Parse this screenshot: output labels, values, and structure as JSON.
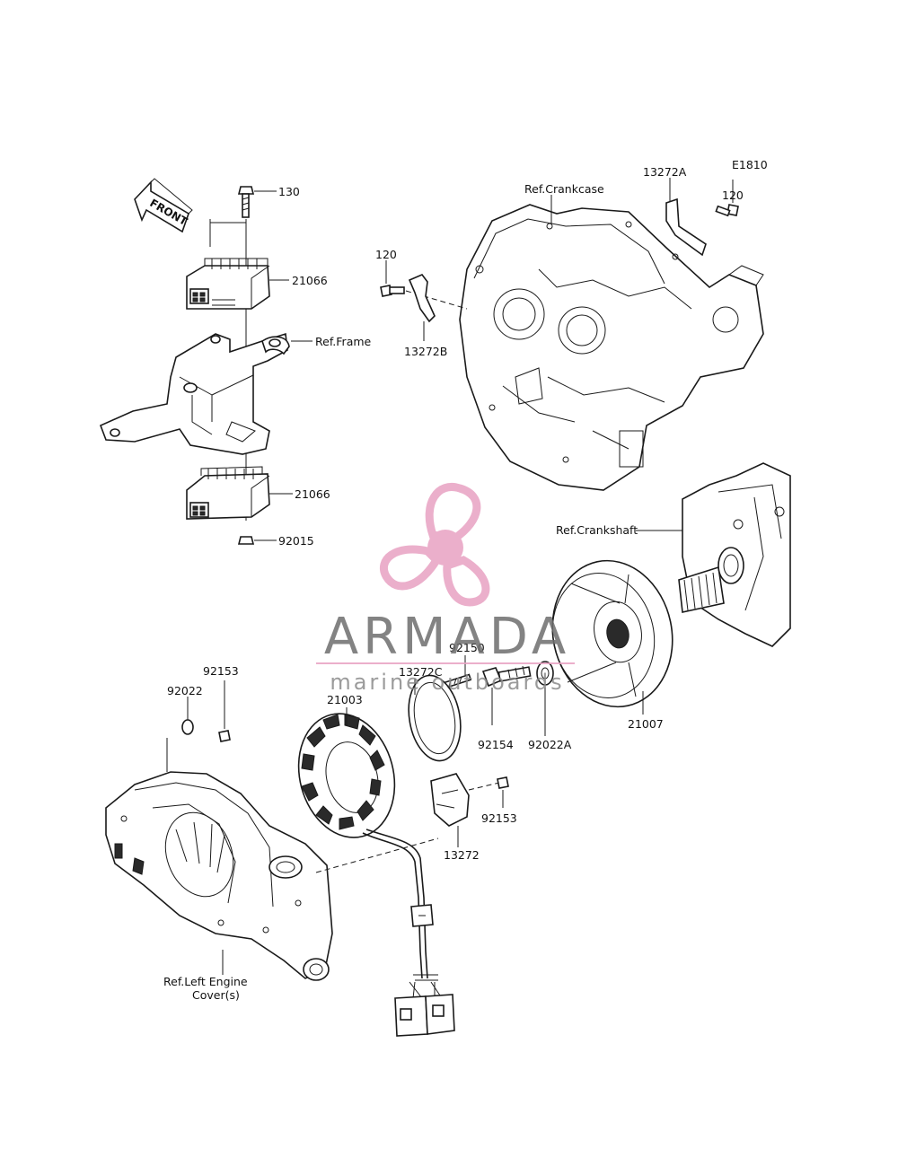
{
  "diagram": {
    "code": "E1810",
    "front_arrow_label": "FRONT",
    "reference_labels": {
      "crankcase": "Ref.Crankcase",
      "frame": "Ref.Frame",
      "crankshaft": "Ref.Crankshaft",
      "left_cover_line1": "Ref.Left Engine",
      "left_cover_line2": "Cover(s)"
    },
    "part_numbers": {
      "p130": "130",
      "p21066_upper": "21066",
      "p21066_lower": "21066",
      "p92015": "92015",
      "p120_left": "120",
      "p13272B": "13272B",
      "p13272A": "13272A",
      "p120_right": "120",
      "p92153_upper": "92153",
      "p92022": "92022",
      "p21003": "21003",
      "p13272C": "13272C",
      "p92150": "92150",
      "p92154": "92154",
      "p92022A": "92022A",
      "p21007": "21007",
      "p92153_lower": "92153",
      "p13272": "13272"
    }
  },
  "watermark": {
    "brand": "ARMADA",
    "tagline": "marine outboards",
    "logo_colors": {
      "pink": "#e8a2c2",
      "pink_light": "#f3c6da",
      "gray": "#6e6e6e"
    }
  }
}
